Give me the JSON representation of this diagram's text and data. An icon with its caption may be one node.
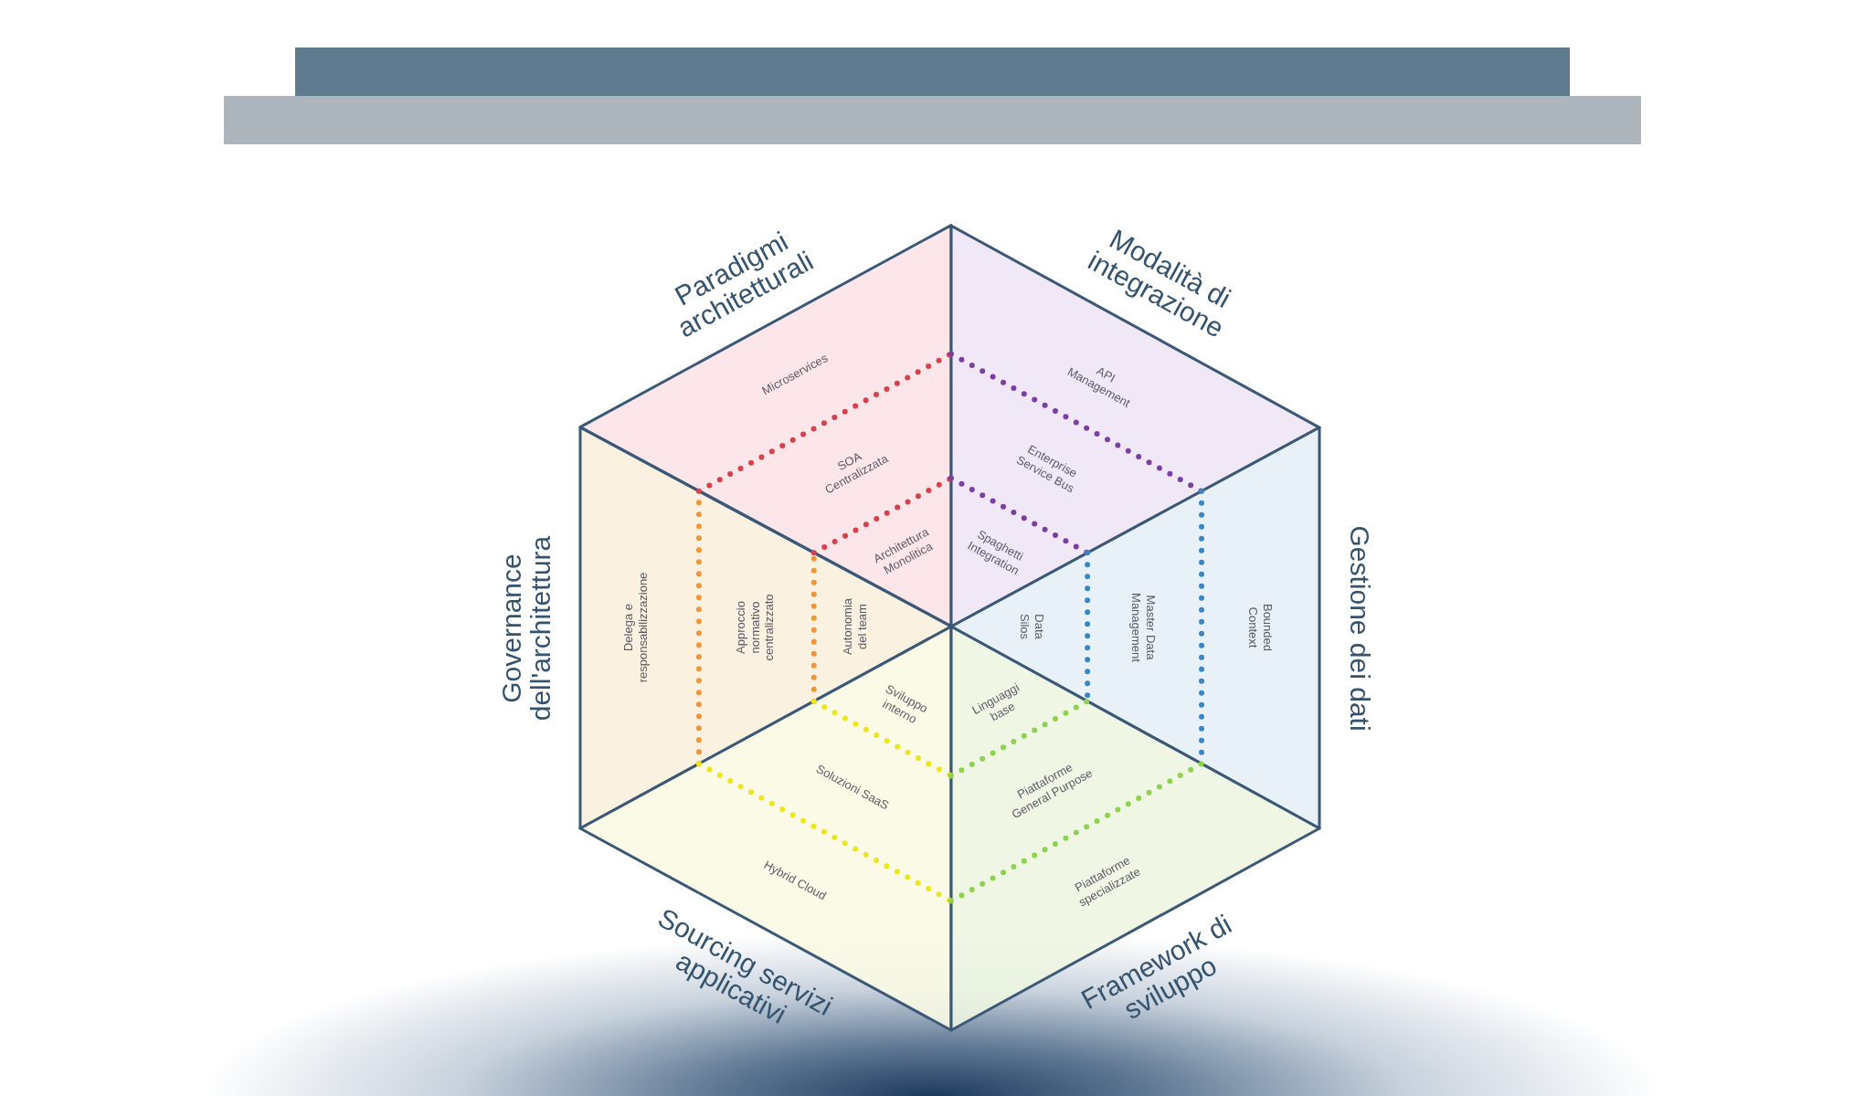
{
  "diagram": {
    "nodes": [
      {
        "text": [
          "Paradigmi architetturali"
        ]
      },
      {
        "text": [
          "Microservices"
        ],
        "in": 0
      },
      {
        "text": [
          "SOA Centralizzata"
        ],
        "in": 0
      },
      {
        "text": [
          "Architettura Monolitica"
        ],
        "in": 0
      },
      {
        "text": [
          "Modalità di integrazione"
        ]
      },
      {
        "text": [
          "API Management"
        ],
        "in": 4
      },
      {
        "text": [
          "Enterprise Service Bus"
        ],
        "in": 4
      },
      {
        "text": [
          "Spaghetti Integration"
        ],
        "in": 4
      },
      {
        "text": [
          "Governance dell'architettura"
        ]
      },
      {
        "text": [
          "Delega e responsabilizzazione"
        ],
        "in": 8
      },
      {
        "text": [
          "Approccio normativo centralizzato"
        ],
        "in": 8
      },
      {
        "text": [
          "Autonomia del team"
        ],
        "in": 8
      },
      {
        "text": [
          "Gestione dei dati"
        ]
      },
      {
        "text": [
          "Data Silos"
        ],
        "in": 12
      },
      {
        "text": [
          "Master Data Management"
        ],
        "in": 12
      },
      {
        "text": [
          "Bounded Context"
        ],
        "in": 12
      },
      {
        "text": [
          "Sourcing servizi applicativi"
        ]
      },
      {
        "text": [
          "Sviluppo interno"
        ],
        "in": 16
      },
      {
        "text": [
          "Soluzioni SaaS"
        ],
        "in": 16
      },
      {
        "text": [
          "Hybrid Cloud"
        ],
        "in": 16
      },
      {
        "text": [
          "Framework di sviluppo"
        ]
      },
      {
        "text": [
          "Linguaggi base"
        ],
        "in": 20
      },
      {
        "text": [
          "Piattaforme General Purpose"
        ],
        "in": 20
      },
      {
        "text": [
          "Piattaforme specializzate"
        ],
        "in": 20
      }
    ]
  }
}
